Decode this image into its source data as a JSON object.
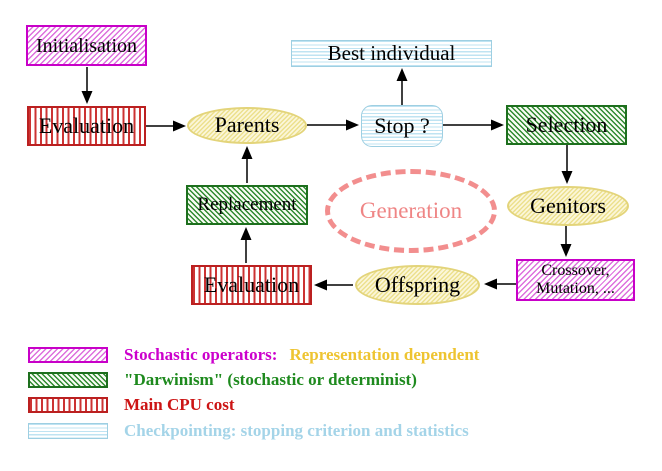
{
  "diagram": {
    "nodes": {
      "initialisation": {
        "label": "Initialisation",
        "style": "magenta-diagonal-hatch"
      },
      "evaluation_top": {
        "label": "Evaluation",
        "style": "red-vertical-stripes"
      },
      "parents": {
        "label": "Parents",
        "style": "yellow-diagonal-hatch-ellipse"
      },
      "best_individual": {
        "label": "Best individual",
        "style": "cyan-horizontal-stripes"
      },
      "stop": {
        "label": "Stop ?",
        "style": "cyan-horizontal-stripes-rounded"
      },
      "selection": {
        "label": "Selection",
        "style": "green-diagonal-hatch"
      },
      "replacement": {
        "label": "Replacement",
        "style": "green-diagonal-hatch"
      },
      "generation": {
        "label": "Generation",
        "style": "coral-dashed-ellipse"
      },
      "genitors": {
        "label": "Genitors",
        "style": "yellow-diagonal-hatch-ellipse"
      },
      "evaluation_bottom": {
        "label": "Evaluation",
        "style": "red-vertical-stripes"
      },
      "offspring": {
        "label": "Offspring",
        "style": "yellow-diagonal-hatch-ellipse"
      },
      "crossover": {
        "line1": "Crossover,",
        "line2": "Mutation, ...",
        "style": "magenta-diagonal-hatch"
      }
    },
    "connections": [
      {
        "from": "initialisation",
        "to": "evaluation_top"
      },
      {
        "from": "evaluation_top",
        "to": "parents"
      },
      {
        "from": "parents",
        "to": "stop"
      },
      {
        "from": "stop",
        "to": "best_individual"
      },
      {
        "from": "stop",
        "to": "selection"
      },
      {
        "from": "selection",
        "to": "genitors"
      },
      {
        "from": "genitors",
        "to": "crossover"
      },
      {
        "from": "crossover",
        "to": "offspring"
      },
      {
        "from": "offspring",
        "to": "evaluation_bottom"
      },
      {
        "from": "evaluation_bottom",
        "to": "replacement"
      },
      {
        "from": "replacement",
        "to": "parents"
      }
    ]
  },
  "legend": {
    "items": [
      {
        "swatch": "magenta-diagonal-hatch",
        "label": "Stochastic operators:",
        "label_color": "#cc00cc",
        "label2": "Representation dependent",
        "label2_color": "#eec431"
      },
      {
        "swatch": "green-diagonal-hatch",
        "label": "\"Darwinism\" (stochastic or determinist)",
        "label_color": "#1e8a1e"
      },
      {
        "swatch": "red-vertical-stripes",
        "label": "Main CPU cost",
        "label_color": "#cc1414"
      },
      {
        "swatch": "cyan-horizontal-stripes",
        "label": "Checkpointing: stopping criterion and statistics",
        "label_color": "#a4d4e8"
      }
    ]
  },
  "colors": {
    "magenta_border": "#c800c8",
    "green_border": "#1d6f1d",
    "red_border": "#bb2020",
    "cyan_border": "#9ecfe2",
    "yellow_border": "#e3d47a",
    "coral_dashed": "#f28e8e",
    "arrow": "#000000",
    "background": "#ffffff"
  }
}
